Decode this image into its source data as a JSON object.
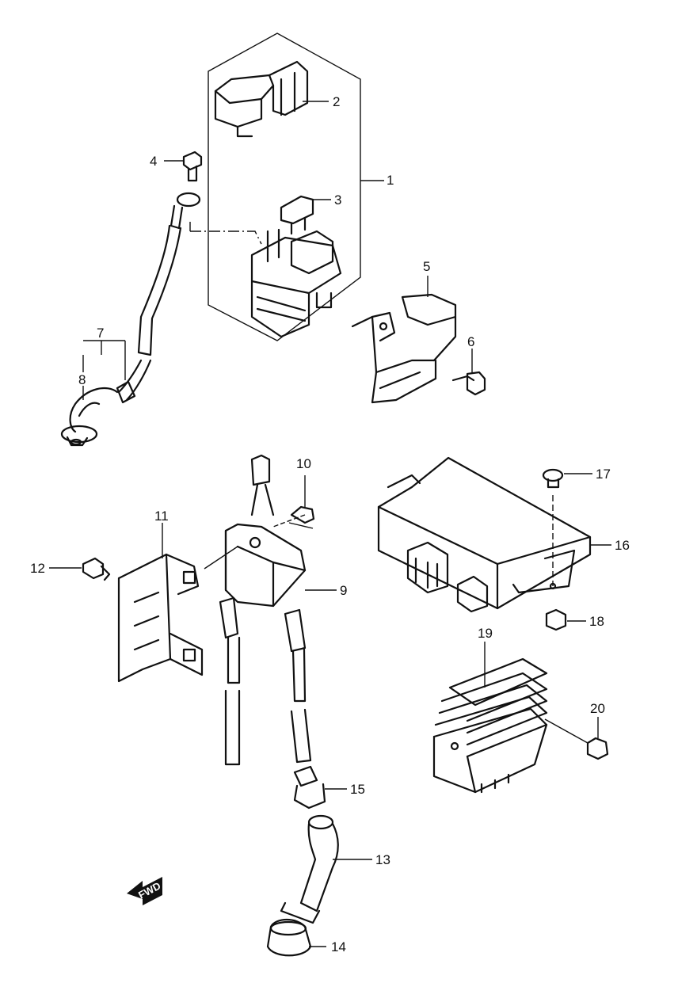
{
  "callouts": [
    {
      "id": "1",
      "text": "1"
    },
    {
      "id": "2",
      "text": "2"
    },
    {
      "id": "3",
      "text": "3"
    },
    {
      "id": "4",
      "text": "4"
    },
    {
      "id": "5",
      "text": "5"
    },
    {
      "id": "6",
      "text": "6"
    },
    {
      "id": "7",
      "text": "7"
    },
    {
      "id": "8",
      "text": "8"
    },
    {
      "id": "9",
      "text": "9"
    },
    {
      "id": "10",
      "text": "10"
    },
    {
      "id": "11",
      "text": "11"
    },
    {
      "id": "12",
      "text": "12"
    },
    {
      "id": "13",
      "text": "13"
    },
    {
      "id": "14",
      "text": "14"
    },
    {
      "id": "15",
      "text": "15"
    },
    {
      "id": "16",
      "text": "16"
    },
    {
      "id": "17",
      "text": "17"
    },
    {
      "id": "18",
      "text": "18"
    },
    {
      "id": "19",
      "text": "19"
    },
    {
      "id": "20",
      "text": "20"
    }
  ],
  "fwd_arrow": {
    "label": "FWD"
  },
  "colors": {
    "line": "#111111",
    "background": "#ffffff"
  }
}
